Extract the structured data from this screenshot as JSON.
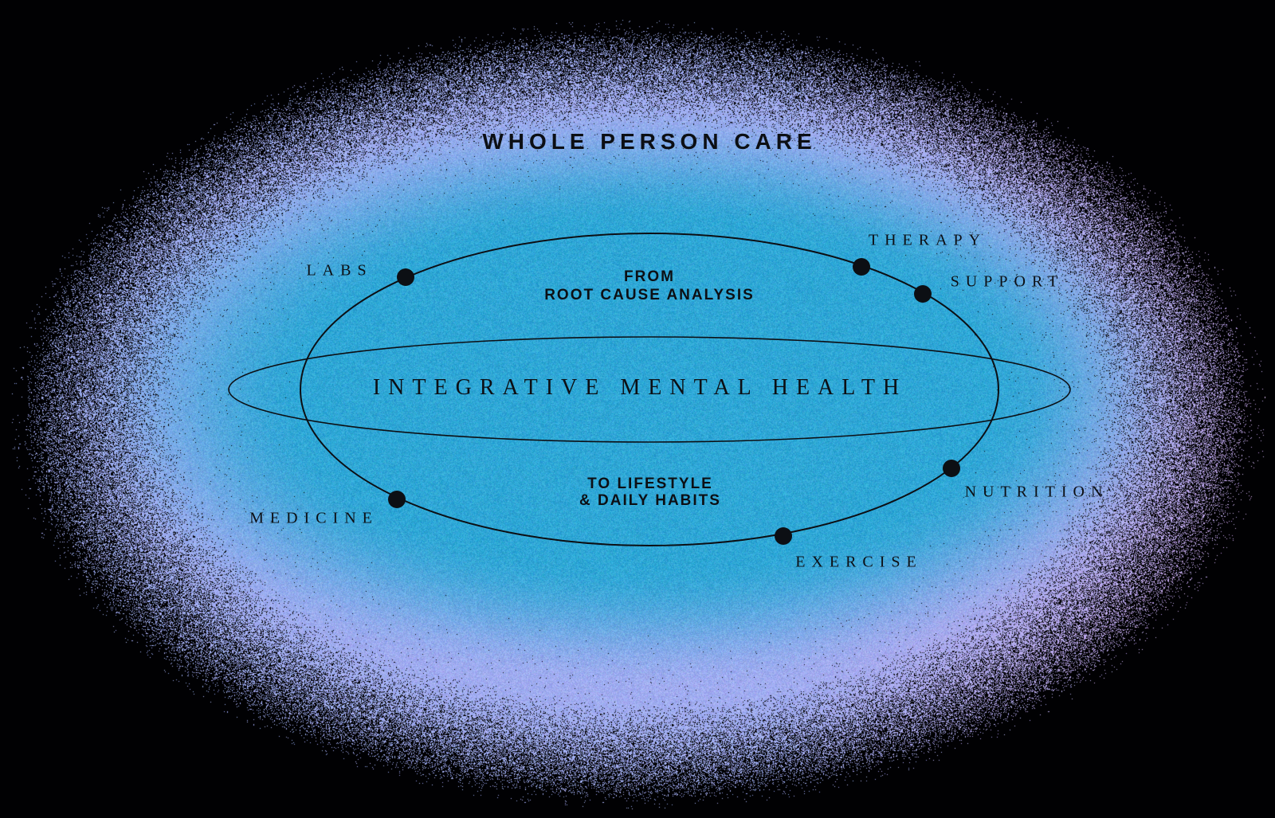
{
  "title": "WHOLE PERSON CARE",
  "diagram": {
    "center_label": "INTEGRATIVE MENTAL HEALTH",
    "from_annotation": {
      "line1": "FROM",
      "line2": "ROOT CAUSE ANALYSIS"
    },
    "to_annotation": {
      "line1": "TO LIFESTYLE",
      "line2": "& DAILY HABITS"
    },
    "nodes": [
      {
        "label": "LABS"
      },
      {
        "label": "THERAPY"
      },
      {
        "label": "SUPPORT"
      },
      {
        "label": "MEDICINE"
      },
      {
        "label": "NUTRITION"
      },
      {
        "label": "EXERCISE"
      }
    ]
  },
  "colors": {
    "ink": "#0C0F14",
    "core_cyan": "#2FA7D6",
    "mid_periwinkle": "#A0ACF0",
    "edge_pink": "#CDA4E6",
    "background": "#000000"
  }
}
